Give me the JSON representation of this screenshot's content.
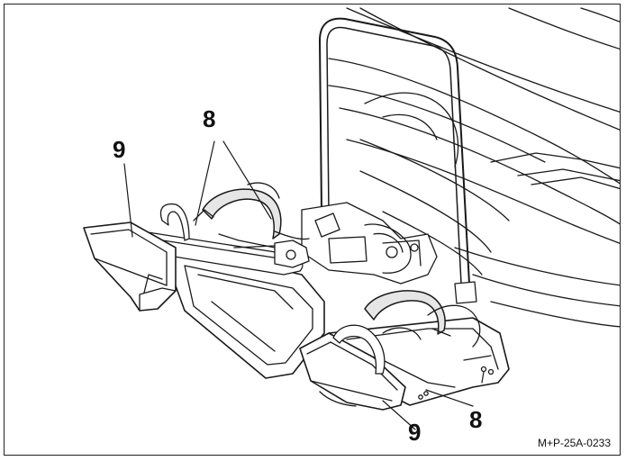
{
  "callouts": {
    "top_left_9": "9",
    "top_8": "8",
    "bottom_9": "9",
    "bottom_8": "8"
  },
  "reference_code": "M+P-25A-0233",
  "colors": {
    "line": "#1a1a1a",
    "fill": "#ffffff",
    "shade": "#e6e6e6"
  }
}
